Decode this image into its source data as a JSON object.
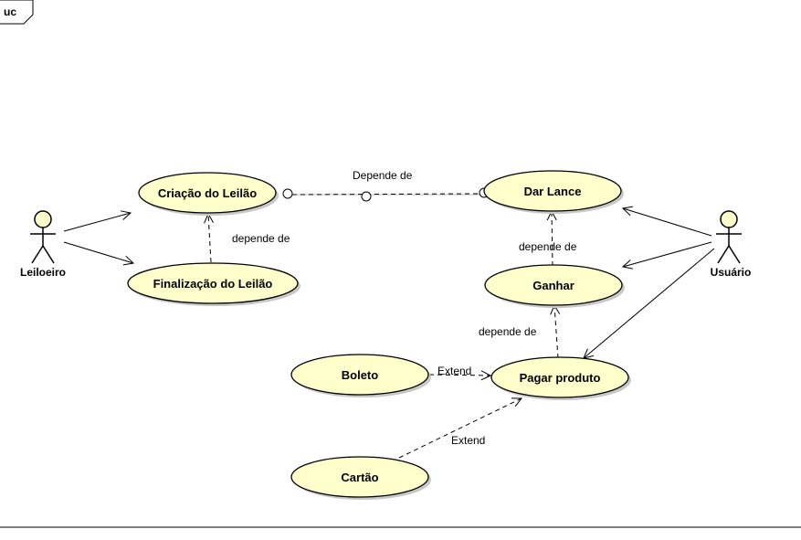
{
  "frame": {
    "label": "uc"
  },
  "actors": {
    "leiloeiro": "Leiloeiro",
    "usuario": "Usuário"
  },
  "use_cases": {
    "criacao": "Criação do Leilão",
    "finalizacao": "Finalização do Leilão",
    "dar_lance": "Dar Lance",
    "ganhar": "Ganhar",
    "pagar": "Pagar produto",
    "boleto": "Boleto",
    "cartao": "Cartão"
  },
  "relations": {
    "depende_de_top": "Depende de",
    "depende_de_finalizacao": "depende de",
    "depende_de_ganhar": "depende de",
    "depende_de_pagar": "depende de",
    "extend_boleto": "Extend",
    "extend_cartao": "Extend"
  },
  "colors": {
    "use_case_fill": "#ffffcc",
    "stroke": "#000000"
  }
}
